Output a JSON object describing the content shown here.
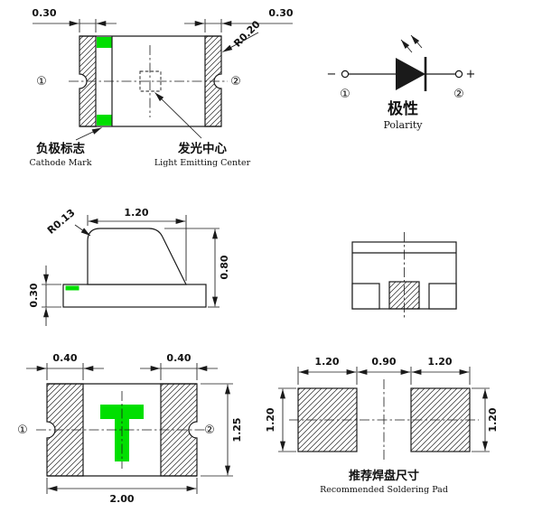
{
  "colors": {
    "drawing_green": "#00DF00",
    "line": "#1a1a1a",
    "background": "#ffffff"
  },
  "top_view": {
    "dim_left_cap": "0.30",
    "dim_right_cap": "0.30",
    "corner_radius": "R0.20",
    "pin1": "①",
    "pin2": "②",
    "cathode_mark_cn": "负极标志",
    "cathode_mark_en": "Cathode Mark",
    "light_center_cn": "发光中心",
    "light_center_en": "Light Emitting Center"
  },
  "polarity_diagram": {
    "minus_sign": "−",
    "plus_sign": "+",
    "pin1": "①",
    "pin2": "②",
    "title_cn": "极性",
    "title_en": "Polarity"
  },
  "side_view": {
    "lens_radius": "R0.13",
    "dim_lens_width": "1.20",
    "dim_total_height": "0.80",
    "dim_base_thickness": "0.30"
  },
  "bottom_view": {
    "dim_left_pad": "0.40",
    "dim_right_pad": "0.40",
    "dim_body_height": "1.25",
    "dim_body_width": "2.00",
    "pin1": "①",
    "pin2": "②"
  },
  "solder_pad": {
    "dim_left_pad_width": "1.20",
    "dim_gap": "0.90",
    "dim_right_pad_width": "1.20",
    "dim_left_pad_height": "1.20",
    "dim_right_pad_height": "1.20",
    "title_cn": "推荐焊盘尺寸",
    "title_en": "Recommended Soldering Pad"
  }
}
